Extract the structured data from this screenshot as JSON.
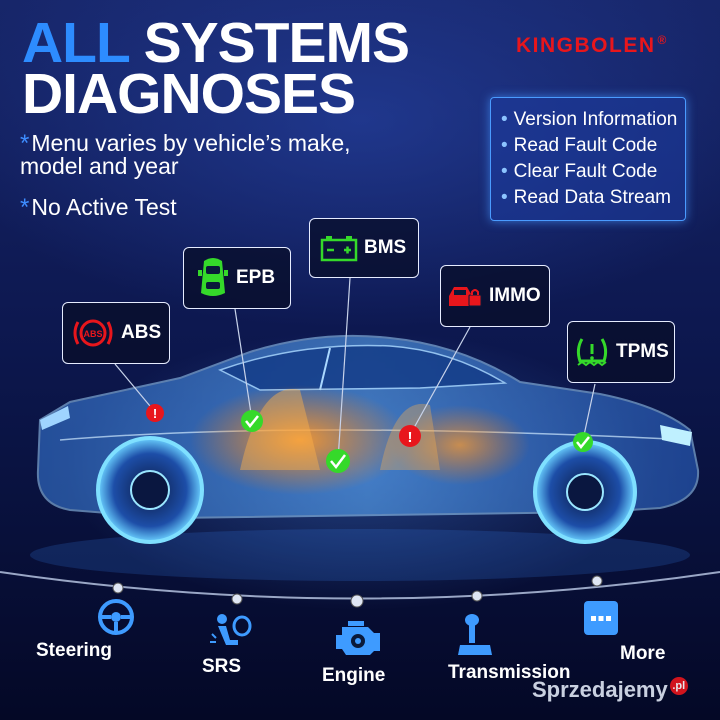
{
  "header": {
    "title_accent": "ALL",
    "title_rest": " SYSTEMS",
    "title_line2": "DIAGNOSES",
    "brand": "KINGBOLEN",
    "brand_mark": "®"
  },
  "notes": [
    {
      "star": "*",
      "text_line1": "Menu varies by vehicle’s make,",
      "text_line2": "model and year"
    },
    {
      "star": "*",
      "text_line1": "No Active Test"
    }
  ],
  "features": [
    "Version Information",
    "Read Fault Code",
    "Clear Fault Code",
    "Read Data Stream"
  ],
  "systems": [
    {
      "label": "ABS",
      "icon": "abs-warning-icon",
      "color": "#e8161c"
    },
    {
      "label": "EPB",
      "icon": "car-top-icon",
      "color": "#35d92a"
    },
    {
      "label": "BMS",
      "icon": "battery-icon",
      "color": "#35d92a"
    },
    {
      "label": "IMMO",
      "icon": "car-lock-icon",
      "color": "#e8161c"
    },
    {
      "label": "TPMS",
      "icon": "tire-pressure-icon",
      "color": "#35d92a"
    }
  ],
  "functions": [
    {
      "label": "Steering",
      "icon": "steering-wheel-icon"
    },
    {
      "label": "SRS",
      "icon": "airbag-icon"
    },
    {
      "label": "Engine",
      "icon": "engine-icon"
    },
    {
      "label": "Transmission",
      "icon": "gear-shift-icon"
    },
    {
      "label": "More",
      "icon": "more-icon"
    }
  ],
  "watermark": {
    "text": "Sprzedajemy",
    "suffix": ".pl"
  },
  "colors": {
    "accent": "#2d8cff",
    "brand": "#e8161c",
    "ok": "#35d92a",
    "background": "#0b1442"
  }
}
